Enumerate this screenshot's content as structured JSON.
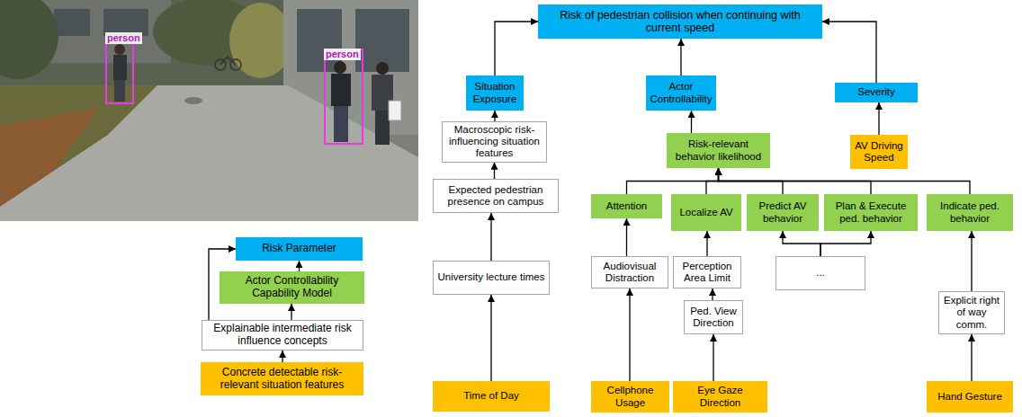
{
  "diagram": {
    "nodes": [
      {
        "text": [
          "Risk of pedestrian collision when continuing with current speed"
        ]
      },
      {
        "text": [
          "Situation Exposure"
        ]
      },
      {
        "text": [
          "Actor Controllability"
        ]
      },
      {
        "text": [
          "Severity"
        ]
      },
      {
        "text": [
          "Macroscopic risk-influencing situation features"
        ]
      },
      {
        "text": [
          "Risk-relevant behavior likelihood"
        ]
      },
      {
        "text": [
          "AV Driving Speed"
        ]
      },
      {
        "text": [
          "Expected pedestrian presence on campus"
        ]
      },
      {
        "text": [
          "Attention"
        ]
      },
      {
        "text": [
          "Localize AV"
        ]
      },
      {
        "text": [
          "Predict AV behavior"
        ]
      },
      {
        "text": [
          "Plan & Execute ped. behavior"
        ]
      },
      {
        "text": [
          "Indicate ped. behavior"
        ]
      },
      {
        "text": [
          "Audiovisual Distraction"
        ]
      },
      {
        "text": [
          "Perception Area Limit"
        ]
      },
      {
        "text": [
          "..."
        ]
      },
      {
        "text": [
          "University lecture times"
        ]
      },
      {
        "text": [
          "Ped. View Direction"
        ]
      },
      {
        "text": [
          "Explicit right of way comm."
        ]
      },
      {
        "text": [
          "Time of Day"
        ]
      },
      {
        "text": [
          "Cellphone Usage"
        ]
      },
      {
        "text": [
          "Eye Gaze Direction"
        ]
      },
      {
        "text": [
          "Hand Gesture"
        ]
      },
      {
        "text": [
          "Risk Parameter"
        ]
      },
      {
        "text": [
          "Actor Controllability Capability Model"
        ]
      },
      {
        "text": [
          "Explainable intermediate risk influence concepts"
        ]
      },
      {
        "text": [
          "Concrete detectable risk-relevant situation features"
        ]
      }
    ],
    "edges": [
      {
        "from": 1,
        "to": 0,
        "arrow": "to"
      },
      {
        "from": 2,
        "to": 0,
        "arrow": "to"
      },
      {
        "from": 3,
        "to": 0,
        "arrow": "to"
      },
      {
        "from": 4,
        "to": 1,
        "arrow": "to"
      },
      {
        "from": 7,
        "to": 4,
        "arrow": "to"
      },
      {
        "from": 16,
        "to": 7,
        "arrow": "to"
      },
      {
        "from": 19,
        "to": 16,
        "arrow": "to"
      },
      {
        "from": 5,
        "to": 2,
        "arrow": "to"
      },
      {
        "from": 6,
        "to": 3,
        "arrow": "to"
      },
      {
        "from": 8,
        "to": 5,
        "arrow": "to"
      },
      {
        "from": 9,
        "to": 5,
        "arrow": "to"
      },
      {
        "from": 10,
        "to": 5,
        "arrow": "to"
      },
      {
        "from": 11,
        "to": 5,
        "arrow": "to"
      },
      {
        "from": 12,
        "to": 5,
        "arrow": "to"
      },
      {
        "from": 13,
        "to": 8,
        "arrow": "to"
      },
      {
        "from": 20,
        "to": 13,
        "arrow": "to"
      },
      {
        "from": 14,
        "to": 9,
        "arrow": "to"
      },
      {
        "from": 17,
        "to": 14,
        "arrow": "to"
      },
      {
        "from": 21,
        "to": 17,
        "arrow": "to"
      },
      {
        "from": 15,
        "to": 10,
        "arrow": "to"
      },
      {
        "from": 15,
        "to": 11,
        "arrow": "to"
      },
      {
        "from": 18,
        "to": 12,
        "arrow": "to"
      },
      {
        "from": 22,
        "to": 18,
        "arrow": "to"
      },
      {
        "from": 26,
        "to": 25,
        "arrow": "to"
      },
      {
        "from": 25,
        "to": 23,
        "arrow": "to"
      },
      {
        "from": 25,
        "to": 24,
        "arrow": "to"
      },
      {
        "from": 24,
        "to": 23,
        "arrow": "to"
      }
    ],
    "labels": [
      "person",
      "person"
    ]
  }
}
